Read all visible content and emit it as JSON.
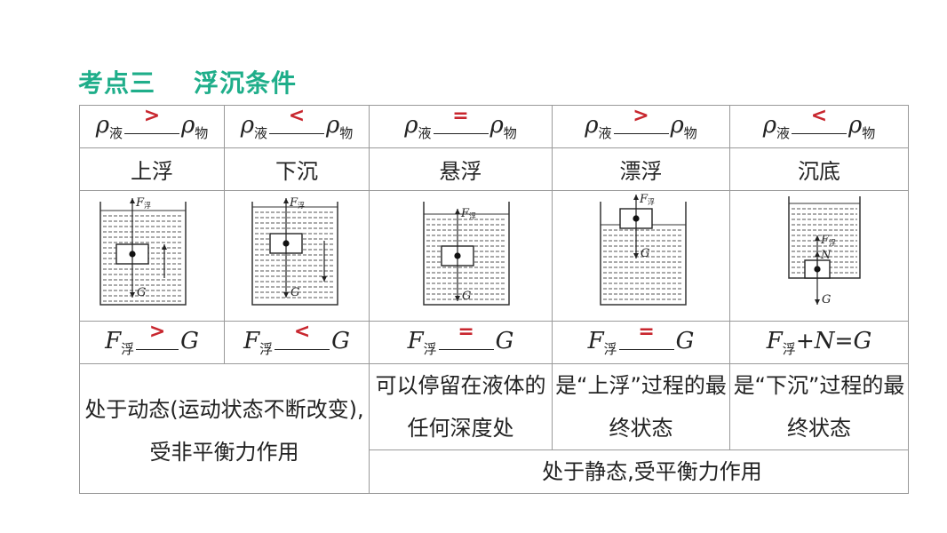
{
  "title": "考点三    浮沉条件",
  "density_row": [
    {
      "left": "ρ",
      "left_sub": "液",
      "symbol": ">",
      "right": "ρ",
      "right_sub": "物"
    },
    {
      "left": "ρ",
      "left_sub": "液",
      "symbol": "<",
      "right": "ρ",
      "right_sub": "物"
    },
    {
      "left": "ρ",
      "left_sub": "液",
      "symbol": "=",
      "right": "ρ",
      "right_sub": "物"
    },
    {
      "left": "ρ",
      "left_sub": "液",
      "symbol": ">",
      "right": "ρ",
      "right_sub": "物"
    },
    {
      "left": "ρ",
      "left_sub": "液",
      "symbol": "<",
      "right": "ρ",
      "right_sub": "物"
    }
  ],
  "state_row": [
    "上浮",
    "下沉",
    "悬浮",
    "漂浮",
    "沉底"
  ],
  "diagram_labels": {
    "buoyancy": "F",
    "buoyancy_sub": "浮",
    "gravity": "G",
    "normal": "N"
  },
  "force_row": [
    {
      "F": "F",
      "F_sub": "浮",
      "symbol": ">",
      "G": "G"
    },
    {
      "F": "F",
      "F_sub": "浮",
      "symbol": "<",
      "G": "G"
    },
    {
      "F": "F",
      "F_sub": "浮",
      "symbol": "=",
      "G": "G"
    },
    {
      "F": "F",
      "F_sub": "浮",
      "symbol": "=",
      "G": "G"
    },
    {
      "F": "F",
      "F_sub": "浮",
      "plus": "+",
      "N": "N",
      "eq": "=",
      "G": "G"
    }
  ],
  "description_row": {
    "dynamic": "处于动态(运动状态不断改变),受非平衡力作用",
    "suspend": "可以停留在液体的任何深度处",
    "float": "是“上浮”过程的最终状态",
    "sink_bottom": "是“下沉”过程的最终状态",
    "static": "处于静态,受平衡力作用"
  }
}
